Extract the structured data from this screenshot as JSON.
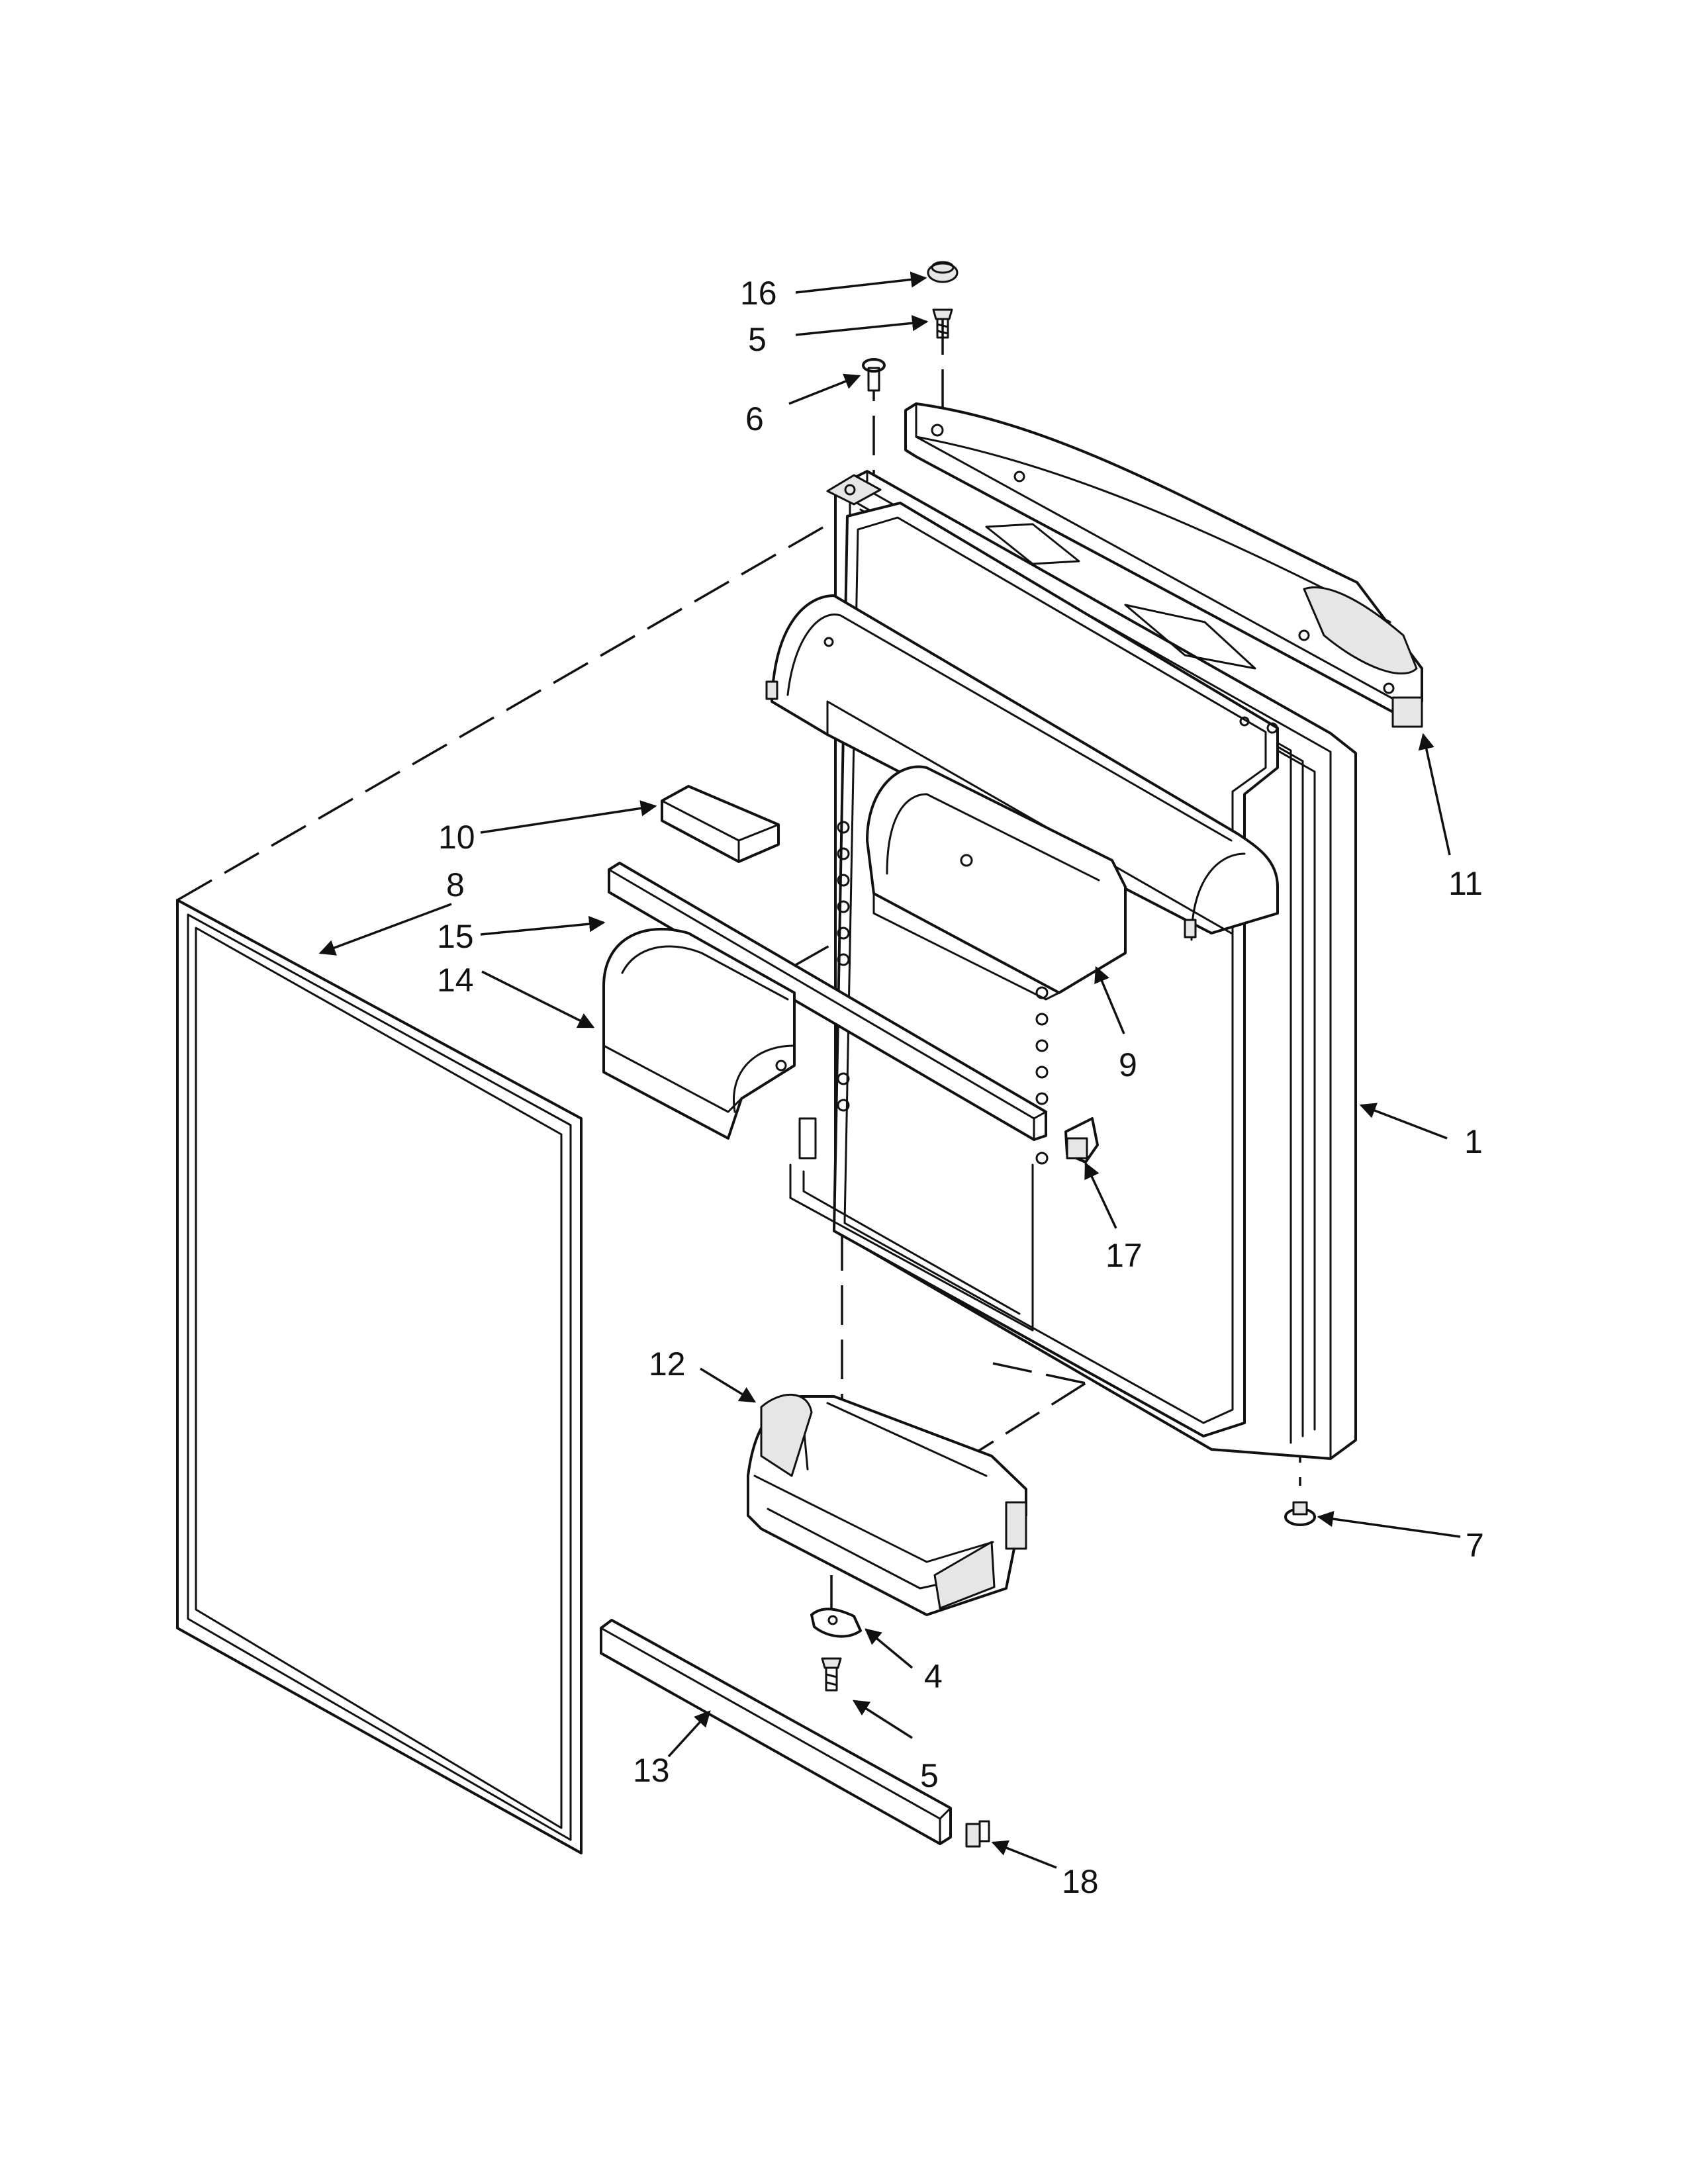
{
  "callouts": {
    "c1": "1",
    "c4": "4",
    "c5_top": "5",
    "c5_bottom": "5",
    "c6": "6",
    "c7": "7",
    "c8": "8",
    "c9": "9",
    "c10": "10",
    "c11": "11",
    "c12": "12",
    "c13": "13",
    "c14": "14",
    "c15": "15",
    "c16": "16",
    "c17": "17",
    "c18": "18"
  }
}
